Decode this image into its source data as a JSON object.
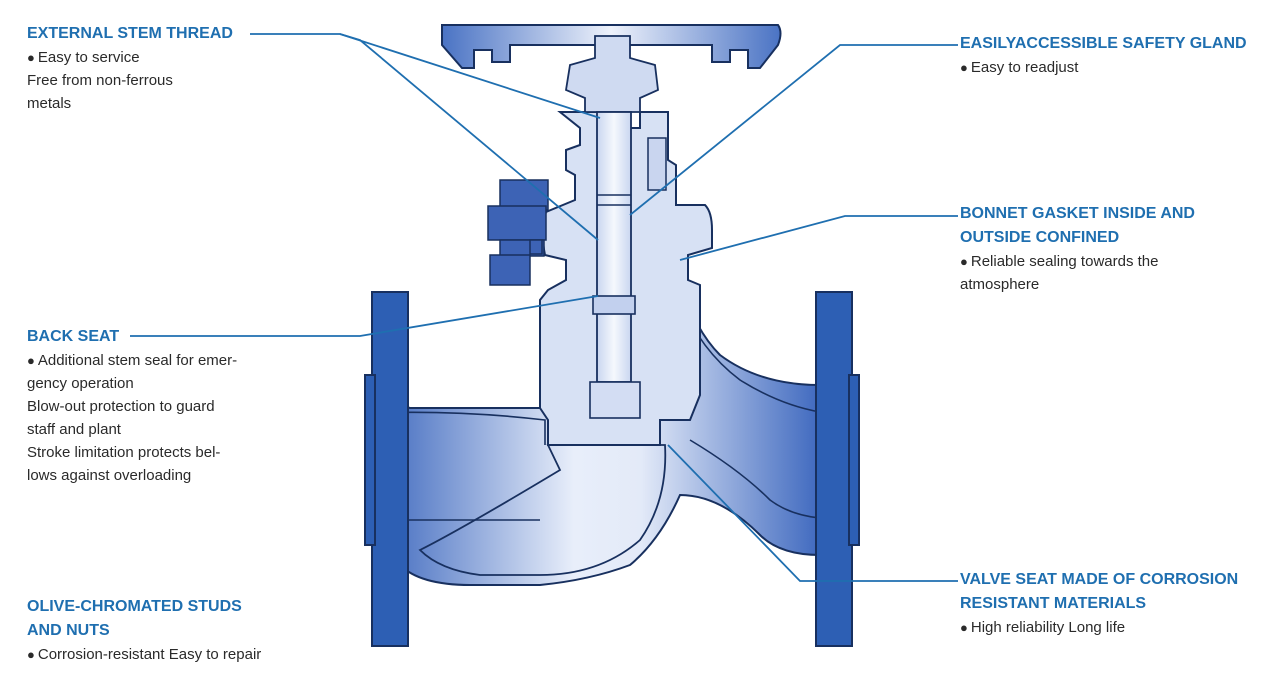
{
  "colors": {
    "accent": "#1f6fb0",
    "flange": "#2d5fb4",
    "body_dark": "#3b66bd",
    "body_light": "#e8eefa",
    "outline": "#18305f"
  },
  "callouts": {
    "external_stem_thread": {
      "title": "EXTERNAL STEM THREAD",
      "line1": "Easy to service",
      "line2": "Free from non-ferrous",
      "line3": "metals"
    },
    "back_seat": {
      "title": "BACK SEAT",
      "line1": "Additional stem seal for emer-",
      "line2": "gency operation",
      "line3": "Blow-out protection to guard",
      "line4": "staff and plant",
      "line5": "Stroke limitation protects bel-",
      "line6": "lows against overloading"
    },
    "studs_nuts": {
      "title1": "OLIVE-CHROMATED STUDS",
      "title2": "AND NUTS",
      "line1": "Corrosion-resistant Easy to repair"
    },
    "safety_gland": {
      "title": "EASILYACCESSIBLE SAFETY GLAND",
      "line1": "Easy to readjust"
    },
    "bonnet_gasket": {
      "title1": "BONNET GASKET INSIDE AND",
      "title2": "OUTSIDE CONFINED",
      "line1": "Reliable sealing towards the",
      "line2": "atmosphere"
    },
    "valve_seat": {
      "title1": "VALVE SEAT MADE OF CORROSION",
      "title2": "RESISTANT MATERIALS",
      "line1": "High reliability Long life"
    }
  }
}
